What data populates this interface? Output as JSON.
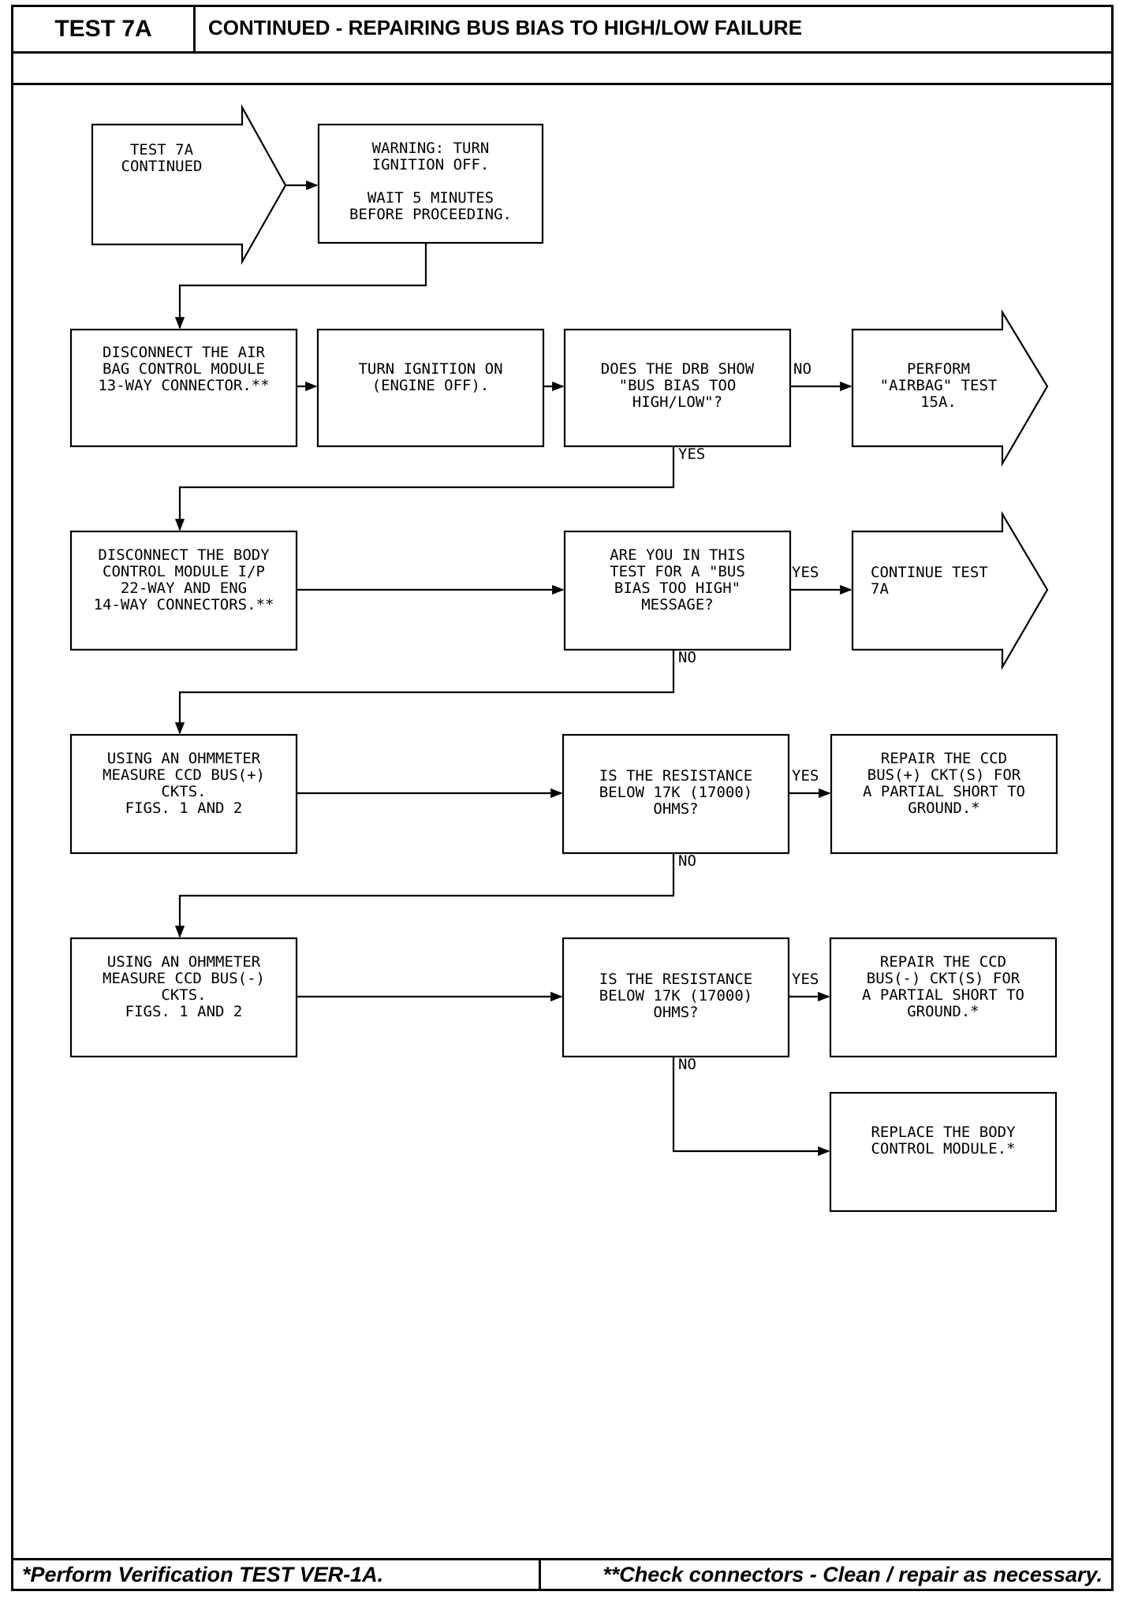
{
  "header": {
    "test_id": "TEST 7A",
    "title": "CONTINUED - REPAIRING BUS BIAS TO HIGH/LOW FAILURE"
  },
  "footer": {
    "left": "*Perform Verification TEST VER-1A.",
    "right": "**Check connectors - Clean / repair as necessary."
  },
  "nodes": {
    "start": "TEST 7A\nCONTINUED",
    "warning": "WARNING: TURN\nIGNITION OFF.\n\nWAIT 5 MINUTES\nBEFORE PROCEEDING.",
    "disconnect_acm": "DISCONNECT THE AIR\nBAG CONTROL MODULE\n13-WAY CONNECTOR.**",
    "ignition_on": "TURN IGNITION ON\n(ENGINE OFF).",
    "drb_question": "DOES THE DRB SHOW\n\"BUS BIAS TOO\nHIGH/LOW\"?",
    "perform_airbag": "PERFORM\n\"AIRBAG\" TEST\n15A.",
    "disconnect_bcm": "DISCONNECT THE BODY\nCONTROL MODULE I/P\n22-WAY AND ENG\n14-WAY CONNECTORS.**",
    "bias_high_question": "ARE YOU IN THIS\nTEST FOR A \"BUS\nBIAS TOO HIGH\"\nMESSAGE?",
    "continue_test": "CONTINUE TEST\n7A",
    "measure_plus": "USING AN OHMMETER\nMEASURE CCD BUS(+)\nCKTS.\nFIGS. 1 AND 2",
    "resistance_plus_question": "IS THE RESISTANCE\nBELOW 17K (17000)\nOHMS?",
    "repair_plus": "REPAIR THE CCD\nBUS(+) CKT(S) FOR\nA PARTIAL SHORT TO\nGROUND.*",
    "measure_minus": "USING AN OHMMETER\nMEASURE CCD BUS(-)\nCKTS.\nFIGS. 1 AND 2",
    "resistance_minus_question": "IS THE RESISTANCE\nBELOW 17K (17000)\nOHMS?",
    "repair_minus": "REPAIR THE CCD\nBUS(-) CKT(S) FOR\nA PARTIAL SHORT TO\nGROUND.*",
    "replace_bcm": "REPLACE THE BODY\nCONTROL MODULE.*"
  },
  "edge_labels": {
    "drb_no": "NO",
    "drb_yes": "YES",
    "bias_yes": "YES",
    "bias_no": "NO",
    "res_plus_yes": "YES",
    "res_plus_no": "NO",
    "res_minus_yes": "YES",
    "res_minus_no": "NO"
  }
}
